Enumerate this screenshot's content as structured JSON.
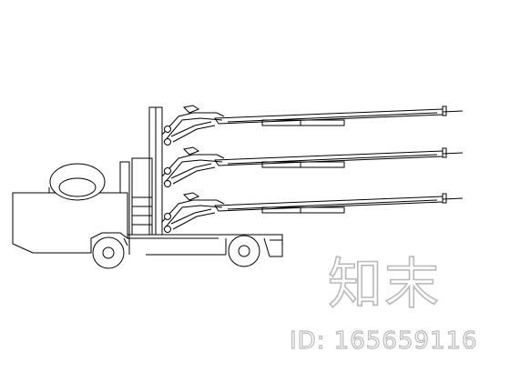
{
  "watermark": {
    "logo_text": "知末",
    "id_text": "ID: 165659116"
  },
  "drawing": {
    "subject": "truck-mounted multi-boom drill rig, side elevation",
    "line_color": "#000000",
    "watermark_color": "#b9b9b9",
    "boom_count": 3
  }
}
